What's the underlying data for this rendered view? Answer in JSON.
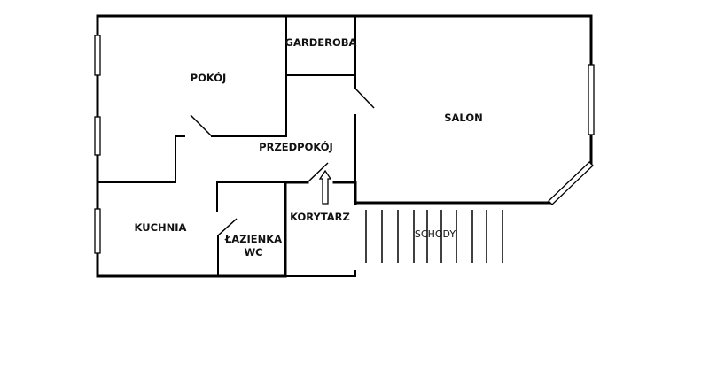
{
  "rooms": {
    "pokoj": "POKÓJ",
    "garderoba": "GARDEROBA",
    "salon": "SALON",
    "przedpokoj": "PRZEDPOKÓJ",
    "korytarz": "KORYTARZ",
    "kuchnia": "KUCHNIA",
    "lazienka_line1": "ŁAZIENKA",
    "lazienka_line2": "WC",
    "schody": "SCHODY"
  }
}
